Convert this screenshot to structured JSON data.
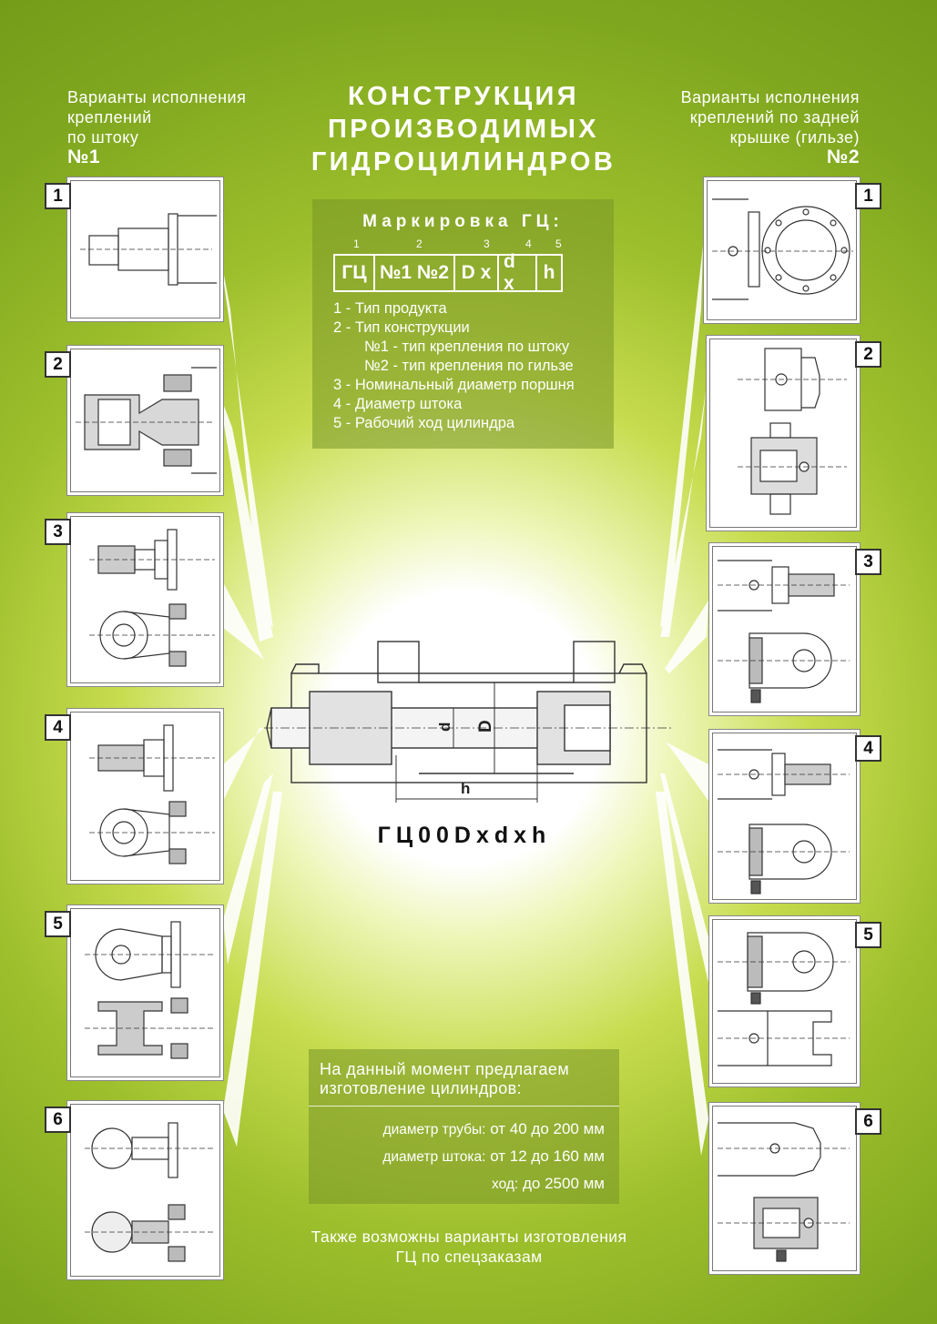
{
  "title": [
    "КОНСТРУКЦИЯ",
    "ПРОИЗВОДИМЫХ",
    "ГИДРОЦИЛИНДРОВ"
  ],
  "left_header": {
    "lines": [
      "Варианты исполнения",
      "креплений",
      "по штоку"
    ],
    "number": "№1"
  },
  "right_header": {
    "lines": [
      "Варианты исполнения",
      "креплений по задней",
      "крышке (гильзе)"
    ],
    "number": "№2"
  },
  "marking": {
    "title": "Маркировка ГЦ:",
    "positions": [
      "1",
      "2",
      "3",
      "4",
      "5"
    ],
    "code": [
      "ГЦ",
      "№1 №2",
      "D x",
      "d x",
      "h"
    ],
    "legend": [
      "1 - Тип продукта",
      "2 - Тип конструкции",
      "№1 - тип крепления по штоку",
      "№2 - тип крепления по гильзе",
      "3 - Номинальный диаметр поршня",
      "4 - Диаметр штока",
      "5 - Рабочий ход цилиндра"
    ]
  },
  "left_variants": [
    "1",
    "2",
    "3",
    "4",
    "5",
    "6"
  ],
  "right_variants": [
    "1",
    "2",
    "3",
    "4",
    "5",
    "6"
  ],
  "drawing_labels": {
    "d": "d",
    "D": "D",
    "h": "h"
  },
  "formula": "ГЦ00Dxdxh",
  "offer": {
    "heading": [
      "На данный момент предлагаем",
      "изготовление цилиндров:"
    ],
    "rows": [
      {
        "label": "диаметр трубы:",
        "value": "от 40 до 200 мм"
      },
      {
        "label": "диаметр штока:",
        "value": "от 12 до 160 мм"
      },
      {
        "label": "ход:",
        "value": "до 2500 мм"
      }
    ]
  },
  "footer": [
    "Также возможны варианты изготовления",
    "ГЦ по спецзаказам"
  ]
}
